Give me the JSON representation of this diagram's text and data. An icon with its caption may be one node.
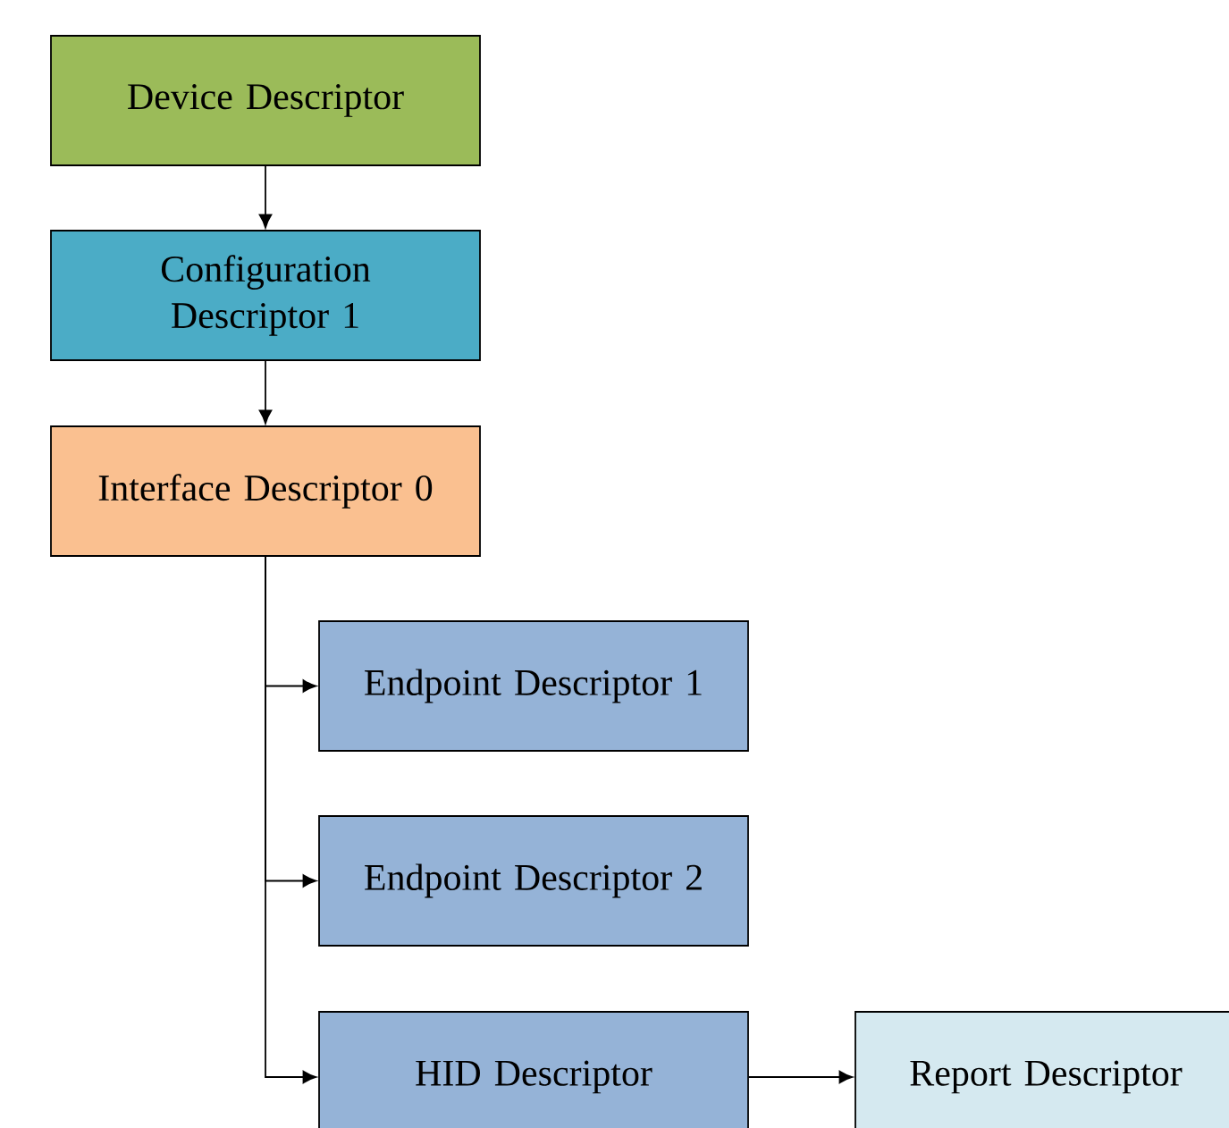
{
  "diagram": {
    "nodes": [
      {
        "text": [
          "Device Descriptor"
        ]
      },
      {
        "text": [
          "Configuration Descriptor 1"
        ]
      },
      {
        "text": [
          "Interface Descriptor 0"
        ]
      },
      {
        "text": [
          "Endpoint Descriptor 1"
        ]
      },
      {
        "text": [
          "Endpoint Descriptor 2"
        ]
      },
      {
        "text": [
          "HID Descriptor"
        ]
      },
      {
        "text": [
          "Report Descriptor"
        ]
      }
    ],
    "edges": [
      {
        "from": 0,
        "to": 1,
        "arrow": "to"
      },
      {
        "from": 1,
        "to": 2,
        "arrow": "to"
      },
      {
        "from": 2,
        "to": 3,
        "arrow": "to"
      },
      {
        "from": 2,
        "to": 4,
        "arrow": "to"
      },
      {
        "from": 2,
        "to": 5,
        "arrow": "to"
      },
      {
        "from": 5,
        "to": 6,
        "arrow": "to"
      }
    ]
  }
}
